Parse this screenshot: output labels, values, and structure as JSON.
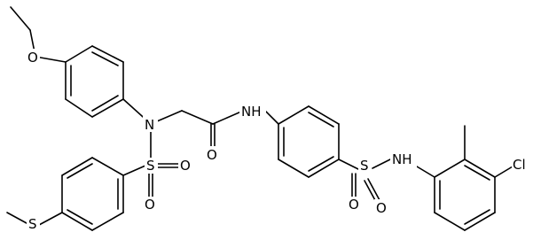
{
  "molecule": {
    "atoms": {
      "o_ethoxy": "O",
      "n_amine": "N",
      "s_sulfonyl_1": "S",
      "o_sulfonyl_1a": "O",
      "o_sulfonyl_1b": "O",
      "s_thioether": "S",
      "o_carbonyl": "O",
      "nh_amide": "NH",
      "s_sulfonyl_2": "S",
      "o_sulfonyl_2a": "O",
      "o_sulfonyl_2b": "O",
      "nh_sulfonamide": "NH",
      "cl": "Cl"
    }
  }
}
